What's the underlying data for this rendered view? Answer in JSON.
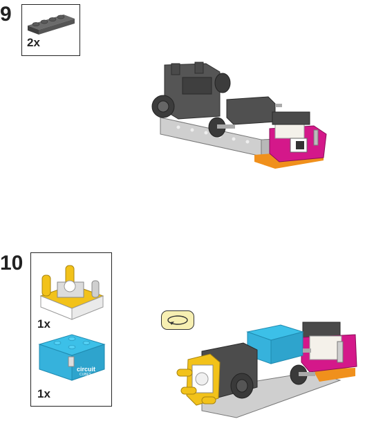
{
  "steps": [
    {
      "number": "9",
      "parts": [
        {
          "name": "dark-gray-plate-1x4",
          "qty": "2x"
        }
      ]
    },
    {
      "number": "10",
      "parts": [
        {
          "name": "yellow-sensor-block",
          "qty": "1x"
        },
        {
          "name": "blue-circuit-cube",
          "qty": "1x",
          "brand": "circuit",
          "brand_sub": "CUBES"
        }
      ],
      "rotate_hint": "rotate-model-icon"
    }
  ],
  "colors": {
    "dark_gray": "#4a4a4a",
    "mid_gray": "#8a8a8a",
    "light_gray": "#c8c8c8",
    "magenta": "#d4188a",
    "yellow": "#f2c21a",
    "cyan": "#3cc0e8",
    "orange": "#f0901c",
    "rotate_bg": "#f7efb2"
  }
}
